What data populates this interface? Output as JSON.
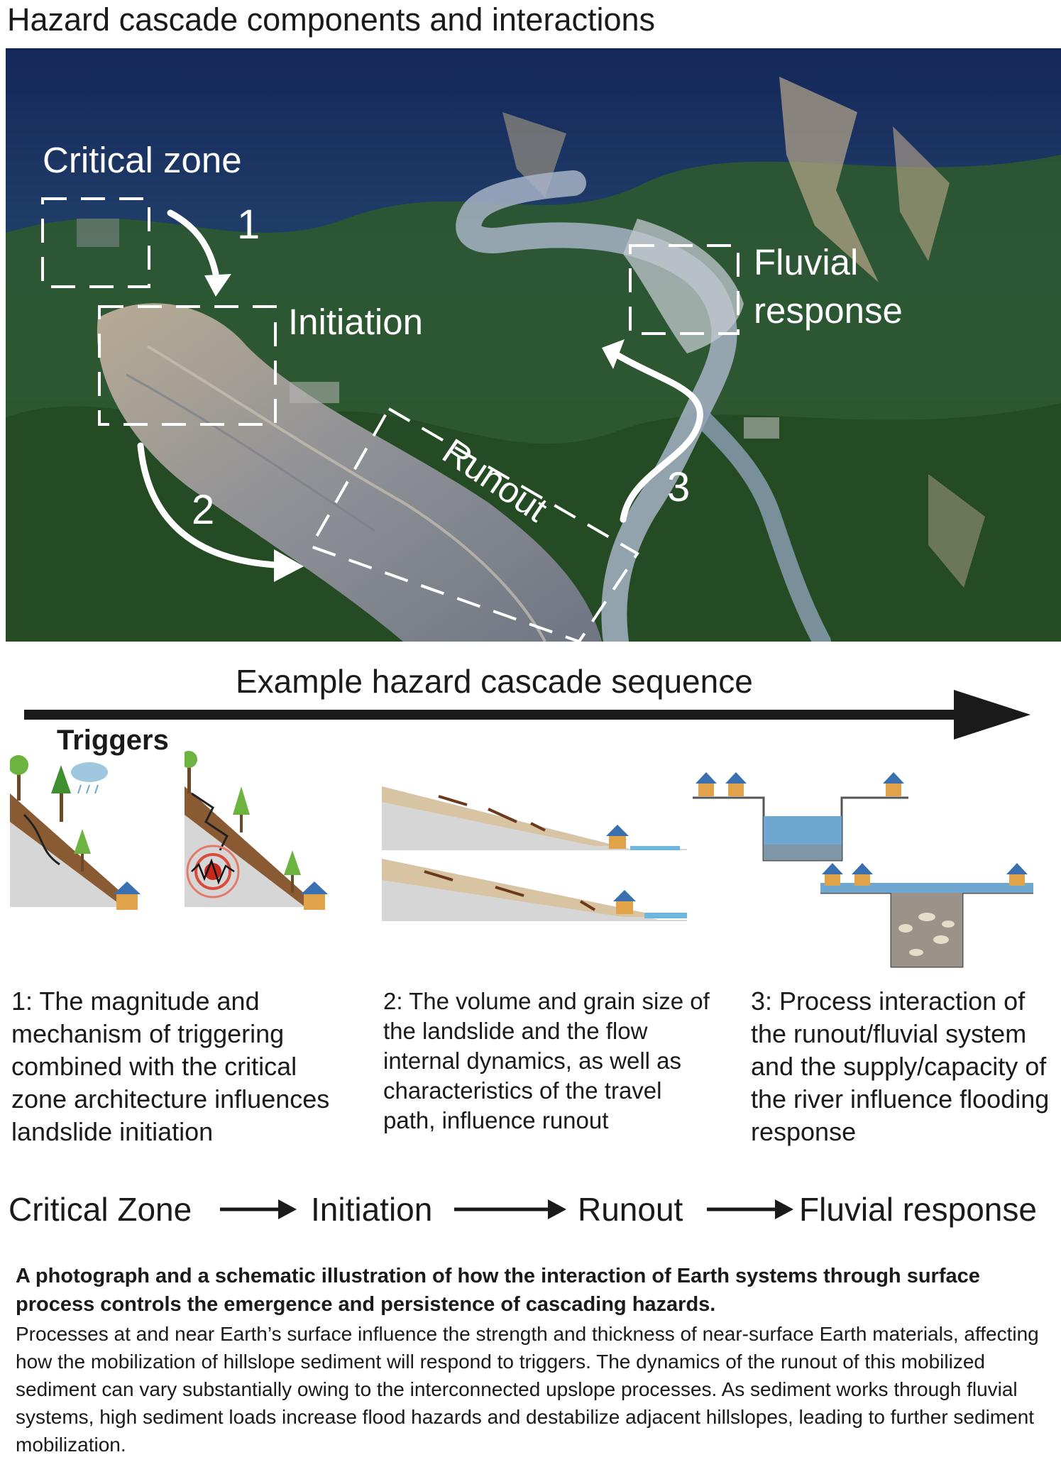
{
  "title": "Hazard cascade components and interactions",
  "photo": {
    "labels": {
      "critical_zone": "Critical zone",
      "initiation": "Initiation",
      "runout": "Runout",
      "fluvial_line1": "Fluvial",
      "fluvial_line2": "response"
    },
    "numbers": {
      "one": "1",
      "two": "2",
      "three": "3"
    }
  },
  "sequence": {
    "title": "Example hazard cascade sequence",
    "triggers_label": "Triggers"
  },
  "descriptions": {
    "d1": "1: The magnitude and mechanism of triggering combined with the critical zone architecture influences landslide initiation",
    "d2": "2: The volume and grain size of the landslide and the flow internal dynamics, as well as characteristics of the travel path, influence runout",
    "d3": "3: Process interaction of the runout/fluvial system and the supply/capacity of the river influence flooding response"
  },
  "flow": {
    "steps": [
      "Critical Zone",
      "Initiation",
      "Runout",
      "Fluvial response"
    ]
  },
  "caption": {
    "title": "A photograph and a schematic illustration of how the interaction of Earth systems through surface process controls the emergence and persistence of cascading hazards.",
    "body": "Processes at and near Earth’s surface influence the strength and thickness of near-surface Earth materials, affecting how the mobilization of hillslope sediment will respond to triggers. The dynamics of the runout of this mobilized sediment can vary substantially owing to the interconnected upslope processes. As sediment works through fluvial systems, high sediment loads increase flood hazards and destabilize adjacent hillslopes, leading to further sediment mobilization."
  },
  "colors": {
    "sky_dark": "#0f1f4a",
    "forest": "#2f5a2a",
    "landslide": "#9aa0a8",
    "river": "#aab4c4",
    "sediment": "#d8c3a3",
    "water": "#6fb6dd",
    "arrow": "#1a1a1a"
  }
}
